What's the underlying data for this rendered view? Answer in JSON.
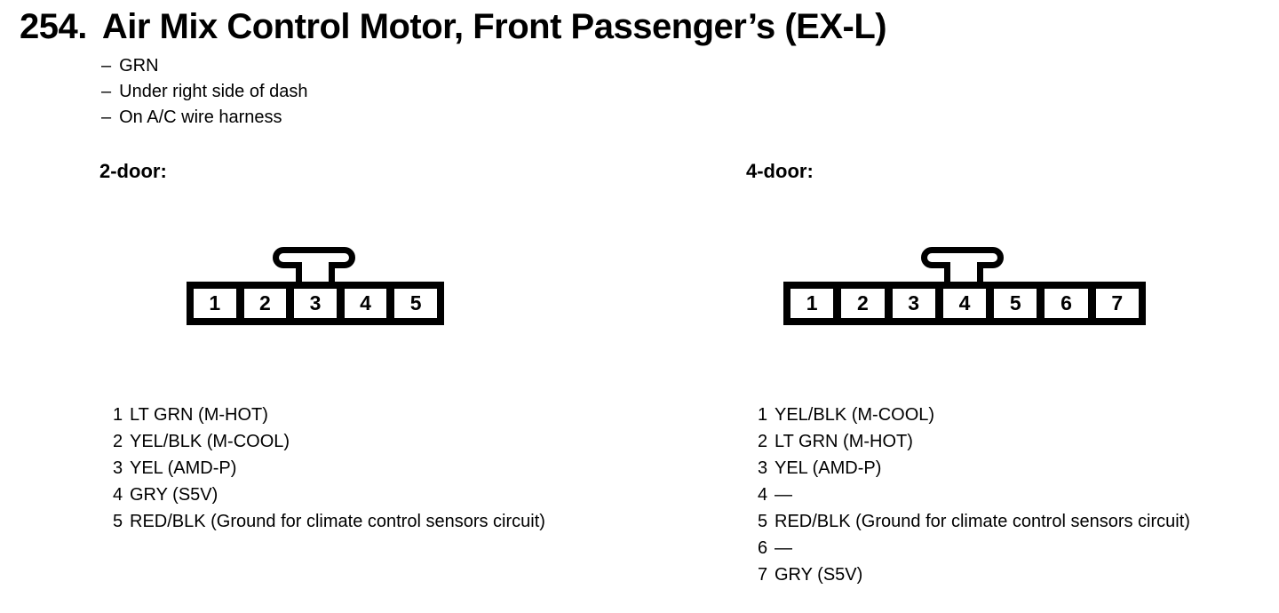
{
  "page": {
    "number": "254.",
    "title": "Air Mix Control Motor, Front Passenger’s (EX-L)",
    "bullet": "–",
    "notes": [
      "GRN",
      "Under right side of dash",
      "On A/C wire harness"
    ]
  },
  "sections": [
    {
      "label": "2-door:",
      "connector": {
        "pins": [
          "1",
          "2",
          "3",
          "4",
          "5"
        ],
        "latch_over_pin": "3"
      },
      "pinout": [
        {
          "num": "1",
          "label": "LT GRN (M-HOT)"
        },
        {
          "num": "2",
          "label": "YEL/BLK (M-COOL)"
        },
        {
          "num": "3",
          "label": "YEL (AMD-P)"
        },
        {
          "num": "4",
          "label": "GRY (S5V)"
        },
        {
          "num": "5",
          "label": "RED/BLK (Ground for climate control sensors circuit)"
        }
      ]
    },
    {
      "label": "4-door:",
      "connector": {
        "pins": [
          "1",
          "2",
          "3",
          "4",
          "5",
          "6",
          "7"
        ],
        "latch_over_pin": "4"
      },
      "pinout": [
        {
          "num": "1",
          "label": "YEL/BLK (M-COOL)"
        },
        {
          "num": "2",
          "label": "LT GRN (M-HOT)"
        },
        {
          "num": "3",
          "label": "YEL (AMD-P)"
        },
        {
          "num": "4",
          "label": "—"
        },
        {
          "num": "5",
          "label": "RED/BLK (Ground for climate control sensors circuit)"
        },
        {
          "num": "6",
          "label": "—"
        },
        {
          "num": "7",
          "label": "GRY (S5V)"
        }
      ]
    }
  ],
  "colors": {
    "ink": "#000000",
    "paper": "#ffffff"
  }
}
